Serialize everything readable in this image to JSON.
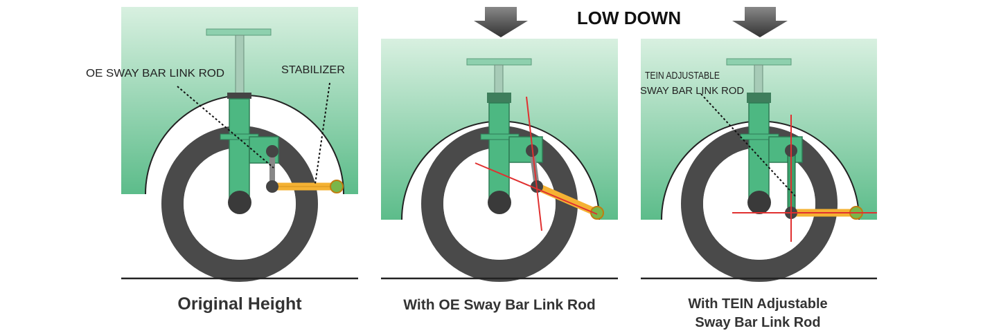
{
  "header": {
    "title": "LOW DOWN"
  },
  "panels": [
    {
      "caption": [
        "Original Height"
      ],
      "annotations": {
        "oe_link": "OE SWAY BAR LINK ROD",
        "stabilizer": "STABILIZER"
      }
    },
    {
      "caption": [
        "With OE Sway Bar Link Rod"
      ]
    },
    {
      "caption": [
        "With TEIN Adjustable",
        "Sway Bar Link Rod"
      ],
      "annotations": {
        "tein_link": [
          "TEIN ADJUSTABLE",
          "SWAY BAR LINK ROD"
        ]
      }
    }
  ],
  "colors": {
    "body_gradient_top": "#c3e6d0",
    "body_gradient_bottom": "#5cbc8a",
    "strut": "#4db882",
    "strut_dark": "#2f8a5c",
    "stabilizer": "#f5b233",
    "link_rod_oe": "#8a8a8a",
    "guide_lines": "#e03030",
    "tire": "#4a4a4a",
    "arrow": "#555555"
  },
  "icons": [
    "down-arrow-icon",
    "down-arrow-icon"
  ]
}
